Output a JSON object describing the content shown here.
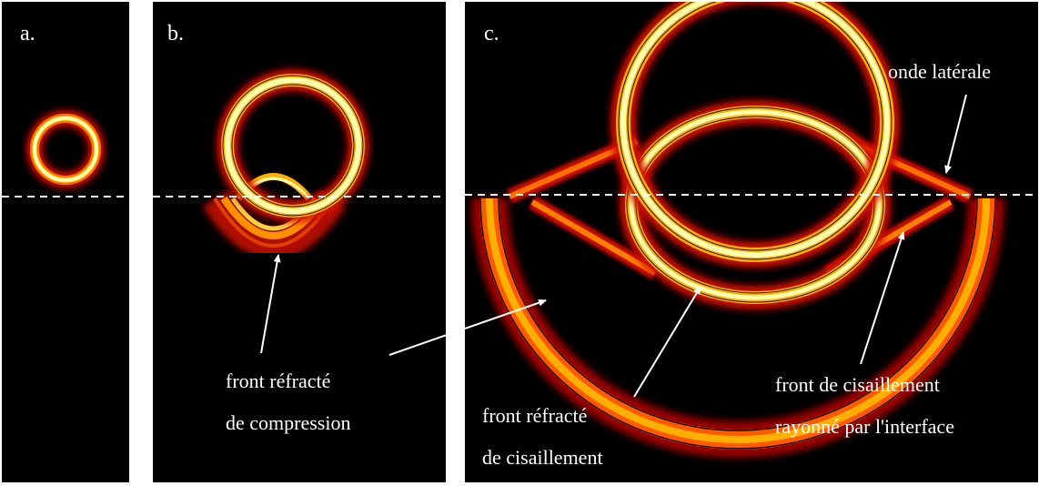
{
  "panels": [
    {
      "letter": "a."
    },
    {
      "letter": "b."
    },
    {
      "letter": "c."
    }
  ],
  "annotations": {
    "compression_front": [
      "front réfracté",
      "de compression"
    ],
    "shear_refracted_front": [
      "front réfracté",
      "de cisaillement"
    ],
    "shear_interface_front": [
      "front de cisaillement",
      "rayonné par l'interface"
    ],
    "lateral_wave": "onde latérale"
  },
  "colors": {
    "background": "#000000",
    "wave_hot": "#ffffb0",
    "wave_mid": "#ffb000",
    "wave_low": "#d01000",
    "interface_line": "#ffffff",
    "label_text": "#ffffff"
  }
}
